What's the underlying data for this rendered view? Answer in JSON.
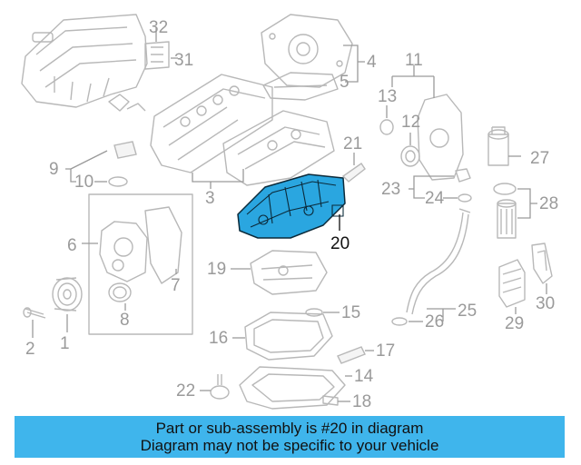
{
  "labels": {
    "l1": "1",
    "l2": "2",
    "l3": "3",
    "l4": "4",
    "l5": "5",
    "l6": "6",
    "l7": "7",
    "l8": "8",
    "l9": "9",
    "l10": "10",
    "l11": "11",
    "l12": "12",
    "l13": "13",
    "l14": "14",
    "l15": "15",
    "l16": "16",
    "l17": "17",
    "l18": "18",
    "l19": "19",
    "l20": "20",
    "l21": "21",
    "l22": "22",
    "l23": "23",
    "l24": "24",
    "l25": "25",
    "l26": "26",
    "l27": "27",
    "l28": "28",
    "l29": "29",
    "l30": "30",
    "l31": "31",
    "l32": "32"
  },
  "highlight": {
    "part_number": "20",
    "color": "#2aa6e0"
  },
  "banner": {
    "line1": "Part or sub-assembly is #20 in diagram",
    "line2": "Diagram may not be specific to your vehicle",
    "color": "#3fb5ec"
  }
}
